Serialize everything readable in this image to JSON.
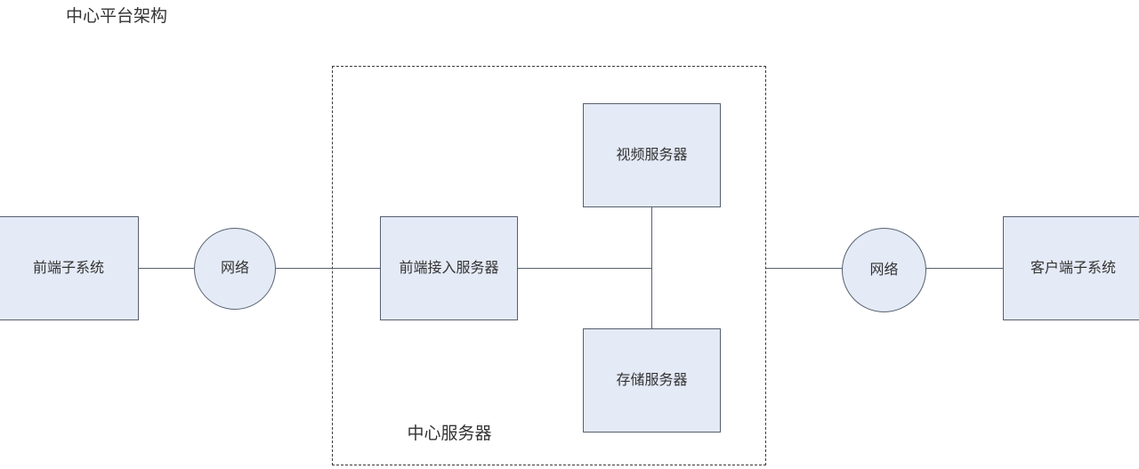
{
  "diagram": {
    "title": "中心平台架构",
    "group": {
      "label": "中心服务器",
      "border_style": "dashed"
    },
    "colors": {
      "node_fill": "#e4eaf6",
      "node_border": "#56606e",
      "edge": "#56606e",
      "text": "#333333",
      "background": "#ffffff"
    },
    "nodes": [
      {
        "id": "frontend-subsystem",
        "label": "前端子系统",
        "shape": "rectangle"
      },
      {
        "id": "network-left",
        "label": "网络",
        "shape": "circle"
      },
      {
        "id": "frontend-access-server",
        "label": "前端接入服务器",
        "shape": "rectangle"
      },
      {
        "id": "video-server",
        "label": "视频服务器",
        "shape": "rectangle"
      },
      {
        "id": "storage-server",
        "label": "存储服务器",
        "shape": "rectangle"
      },
      {
        "id": "network-right",
        "label": "网络",
        "shape": "circle"
      },
      {
        "id": "client-subsystem",
        "label": "客户端子系统",
        "shape": "rectangle"
      }
    ],
    "edges": [
      {
        "from": "frontend-subsystem",
        "to": "network-left"
      },
      {
        "from": "network-left",
        "to": "frontend-access-server"
      },
      {
        "from": "frontend-access-server",
        "to": "video-server"
      },
      {
        "from": "frontend-access-server",
        "to": "storage-server"
      },
      {
        "from": "frontend-access-server",
        "to": "network-right"
      },
      {
        "from": "network-right",
        "to": "client-subsystem"
      }
    ]
  }
}
